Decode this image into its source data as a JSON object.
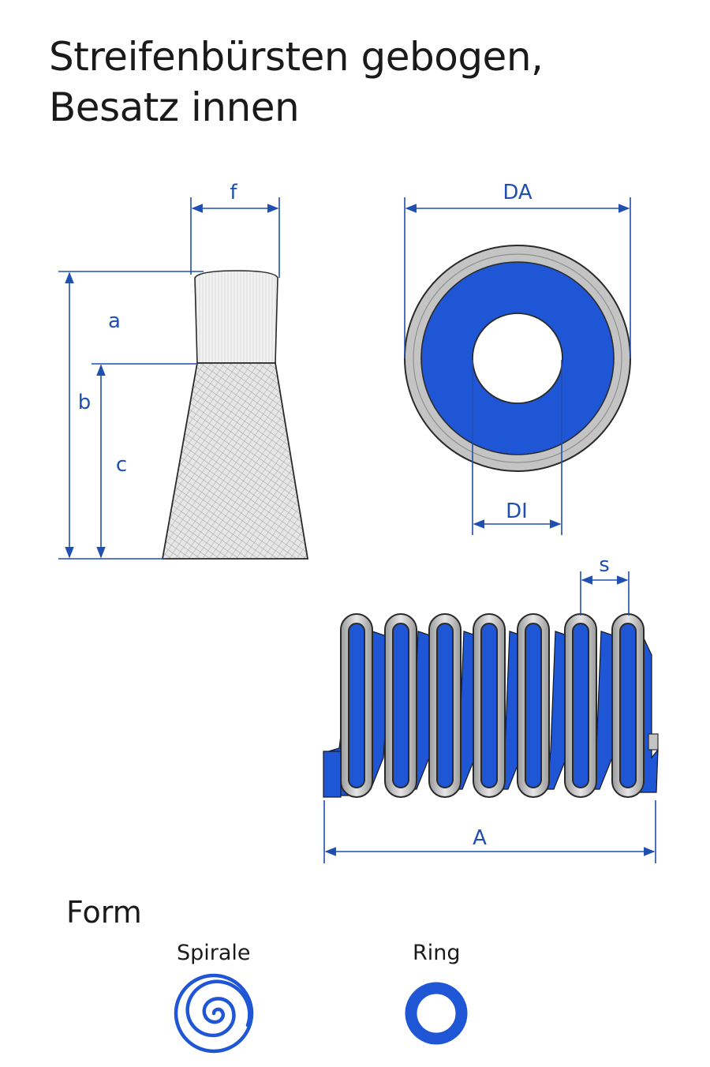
{
  "title": {
    "line1": "Streifenbürsten gebogen,",
    "line2": "Besatz innen"
  },
  "dimensions": {
    "f": "f",
    "a": "a",
    "b": "b",
    "c": "c",
    "DA": "DA",
    "DI": "DI",
    "s": "s",
    "A": "A"
  },
  "form": {
    "title": "Form",
    "options": [
      {
        "label": "Spirale",
        "icon": "spiral-icon"
      },
      {
        "label": "Ring",
        "icon": "ring-icon"
      }
    ]
  },
  "colors": {
    "accent": "#1f4fb0",
    "blue_fill": "#1f56d6",
    "metal": "#c4c4c4",
    "outline": "#2a2a2a"
  }
}
